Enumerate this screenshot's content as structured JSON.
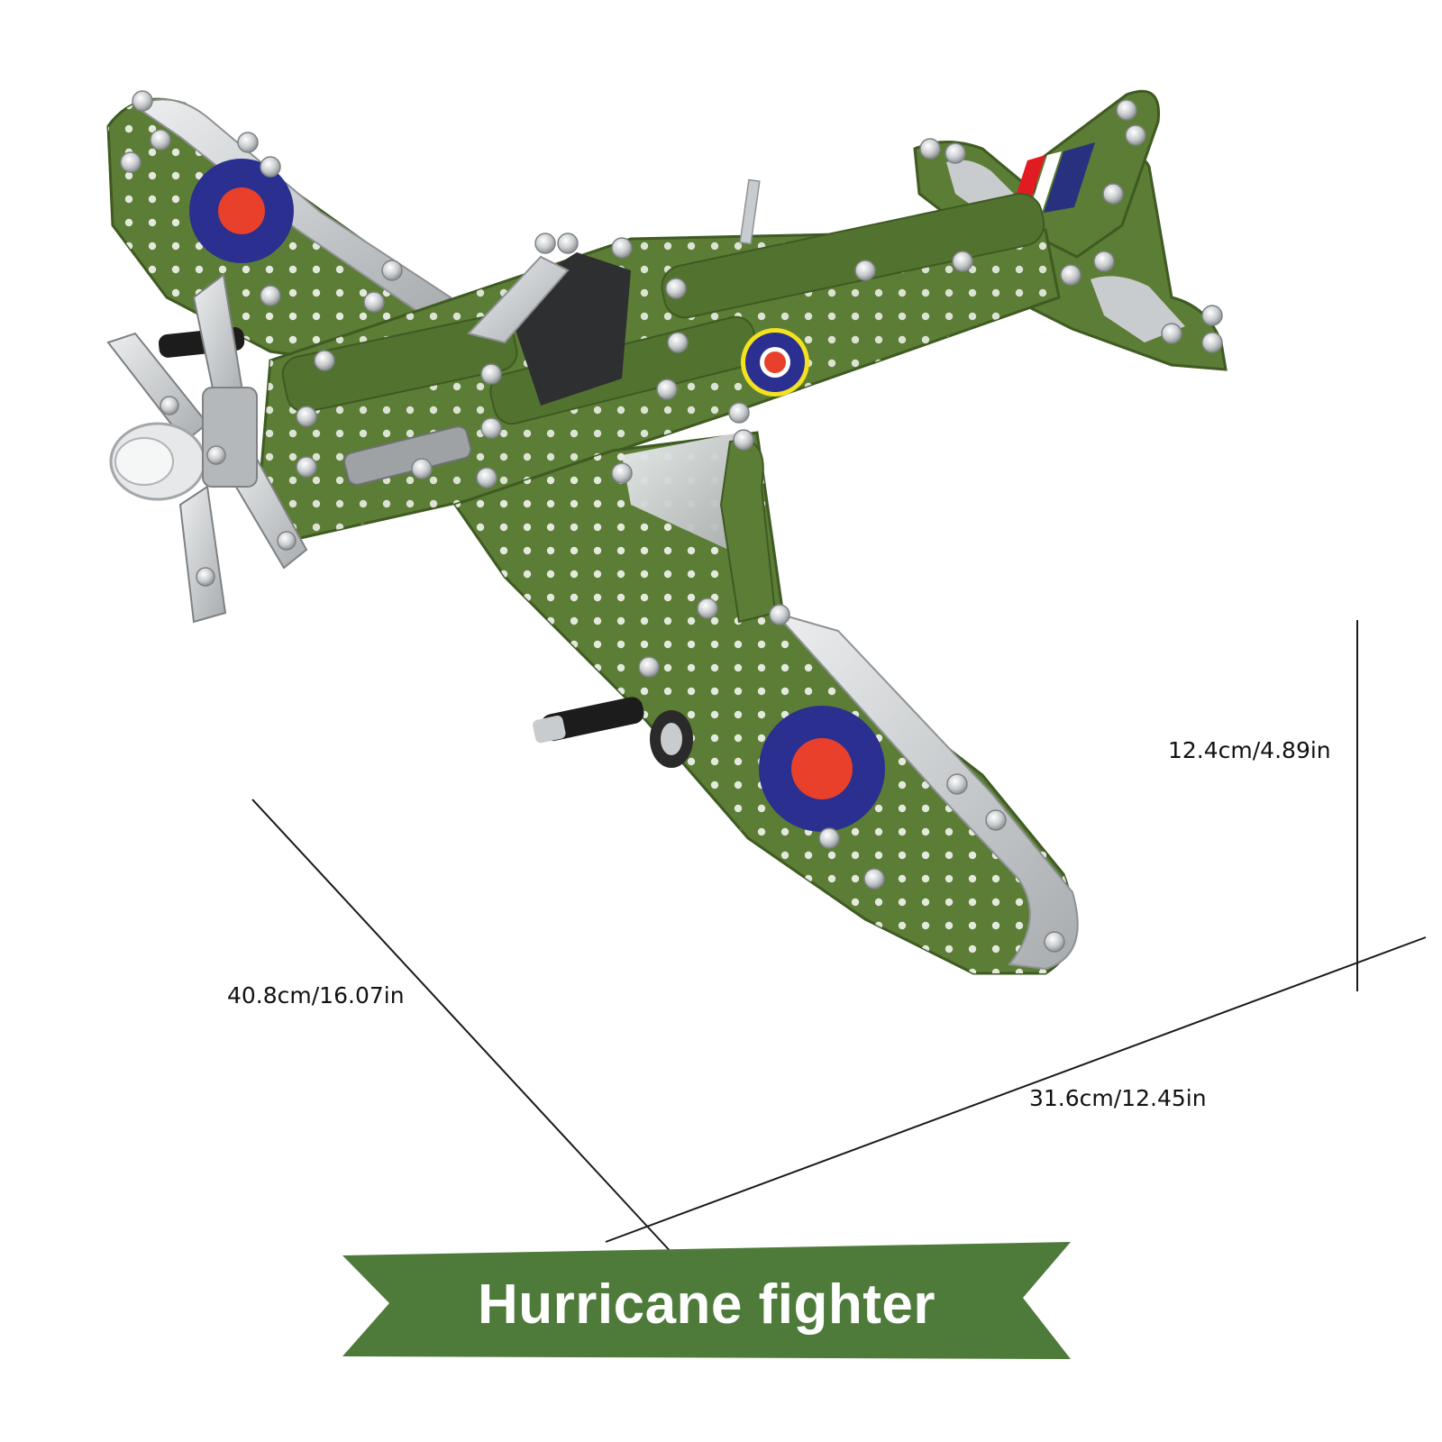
{
  "dimensions": {
    "height_label": "12.4cm/4.89in",
    "length_label": "40.8cm/16.07in",
    "width_label": "31.6cm/12.45in"
  },
  "banner": {
    "title": "Hurricane fighter",
    "color": "#4e7a3a"
  },
  "model": {
    "icon": "metal-construction-airplane-model",
    "body_color": "#5b7d35",
    "strip_color": "#c6c9cc",
    "roundel_colors": [
      "#2b2f8f",
      "#e8402a",
      "#f4e21e"
    ],
    "tail_flash_colors": [
      "#e21b22",
      "#ffffff",
      "#28317d"
    ]
  }
}
